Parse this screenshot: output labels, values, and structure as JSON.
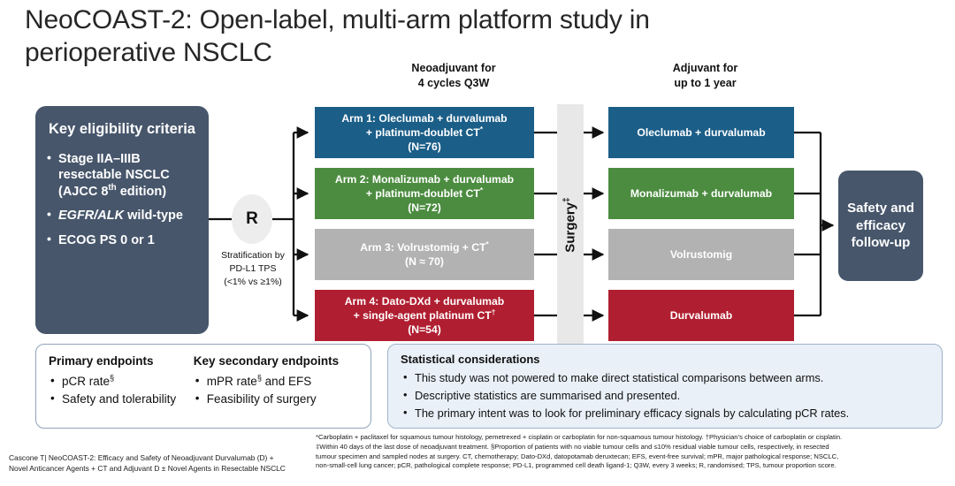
{
  "title": "NeoCOAST-2: Open-label, multi-arm platform study in perioperative NSCLC",
  "columns": {
    "neoadjuvant": "Neoadjuvant for\n4 cycles Q3W",
    "neoadjuvant_line1": "Neoadjuvant for",
    "neoadjuvant_line2": "4 cycles Q3W",
    "adjuvant_line1": "Adjuvant for",
    "adjuvant_line2": "up to 1 year"
  },
  "eligibility": {
    "heading": "Key eligibility criteria",
    "items": [
      "Stage IIA–IIIB resectable NSCLC (AJCC 8th edition)",
      "EGFR/ALK wild-type",
      "ECOG PS 0 or 1"
    ],
    "item1_a": "Stage IIA–IIIB",
    "item1_b": "resectable NSCLC",
    "item1_c": "(AJCC 8",
    "item1_sup": "th",
    "item1_d": " edition)",
    "item2_italic": "EGFR/ALK",
    "item2_rest": " wild-type",
    "item3": "ECOG PS 0 or 1"
  },
  "randomisation": {
    "node_label": "R",
    "stratification": "Stratification by\nPD-L1 TPS\n(<1% vs ≥1%)",
    "strat_line1": "Stratification by",
    "strat_line2": "PD-L1 TPS",
    "strat_line3": "(<1% vs ≥1%)"
  },
  "arms": [
    {
      "id": "arm-1",
      "line1": "Arm 1: Oleclumab + durvalumab",
      "line2": "+ platinum-doublet CT",
      "line2_sup": "*",
      "line3": "(N=76)",
      "n": 76,
      "color": "#1B5E88",
      "adjuvant": "Oleclumab + durvalumab"
    },
    {
      "id": "arm-2",
      "line1": "Arm 2: Monalizumab + durvalumab",
      "line2": "+ platinum-doublet CT",
      "line2_sup": "*",
      "line3": "(N=72)",
      "n": 72,
      "color": "#4C8C40",
      "adjuvant": "Monalizumab + durvalumab"
    },
    {
      "id": "arm-3",
      "line1": "Arm 3: Volrustomig + CT",
      "line1_sup": "*",
      "line2": "",
      "line3": "(N ≈ 70)",
      "n": 70,
      "color": "#B2B2B2",
      "adjuvant": "Volrustomig"
    },
    {
      "id": "arm-4",
      "line1": "Arm 4: Dato-DXd + durvalumab",
      "line2": "+ single-agent platinum CT",
      "line2_sup": "†",
      "line3": "(N=54)",
      "n": 54,
      "color": "#B01F31",
      "adjuvant": "Durvalumab"
    }
  ],
  "surgery": {
    "label": "Surgery",
    "sup": "‡"
  },
  "followup": {
    "line1": "Safety and",
    "line2": "efficacy",
    "line3": "follow-up"
  },
  "endpoints": {
    "primary_heading": "Primary endpoints",
    "primary": [
      {
        "text": "pCR rate",
        "sup": "§"
      },
      {
        "text": "Safety and tolerability",
        "sup": ""
      }
    ],
    "secondary_heading": "Key secondary endpoints",
    "secondary": [
      {
        "text_a": "mPR rate",
        "sup": "§",
        "text_b": " and EFS"
      },
      {
        "text_a": "Feasibility of surgery",
        "sup": "",
        "text_b": ""
      }
    ]
  },
  "statistics": {
    "heading": "Statistical considerations",
    "items": [
      "This study was not powered to make direct statistical comparisons between arms.",
      "Descriptive statistics are summarised and presented.",
      "The primary intent was to look for preliminary efficacy signals by calculating pCR rates."
    ]
  },
  "footnotes": {
    "line1": "*Carboplatin + paclitaxel for squamous tumour histology, pemetrexed + cisplatin or carboplatin for non-squamous tumour histology. †Physician’s choice of carboplatin or cisplatin.",
    "line2": "‡Within 40 days of the last dose of neoadjuvant treatment. §Proportion of patients with no viable tumour cells and ≤10% residual viable tumour cells, respectively, in resected",
    "line3": "tumour specimen and sampled nodes at surgery. CT, chemotherapy; Dato-DXd, datopotamab deruxtecan; EFS, event-free survival; mPR, major pathological response; NSCLC,",
    "line4": "non-small-cell lung cancer; pCR, pathological complete response; PD-L1, programmed cell death ligand-1; Q3W, every 3 weeks; R, randomised; TPS, tumour proportion score."
  },
  "citation": {
    "line1": "Cascone T| NeoCOAST-2: Efficacy and Safety of Neoadjuvant Durvalumab (D) +",
    "line2": "Novel Anticancer Agents + CT and Adjuvant D ± Novel Agents in Resectable NSCLC"
  },
  "colors": {
    "arm1": "#1B5E88",
    "arm2": "#4C8C40",
    "arm3": "#B2B2B2",
    "arm4": "#B01F31",
    "panel_navy": "#47566B",
    "surgery_band": "#E8E8E8",
    "stats_bg": "#E9F0F7"
  }
}
